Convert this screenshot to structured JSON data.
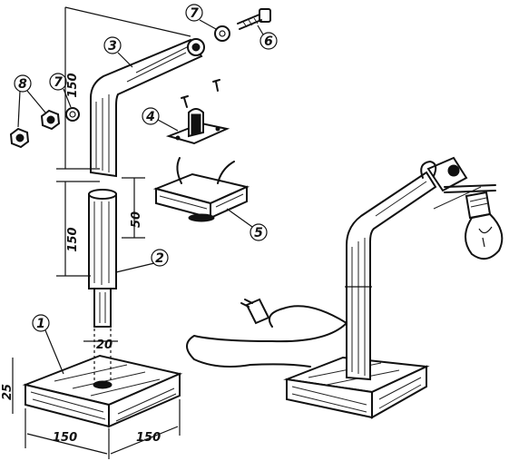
{
  "dimensions": {
    "arm_height": "150",
    "tube_length": "150",
    "tube_insert": "50",
    "tube_diameter": "20",
    "base_height": "25",
    "base_length": "150",
    "base_width": "150"
  },
  "part_labels": {
    "base": "1",
    "tube": "2",
    "arm": "3",
    "bracket": "4",
    "socket_block": "5",
    "bolt": "6",
    "washer_top": "7",
    "washer_left": "7",
    "nuts": "8"
  },
  "colors": {
    "ink": "#111111",
    "paper": "#ffffff"
  }
}
